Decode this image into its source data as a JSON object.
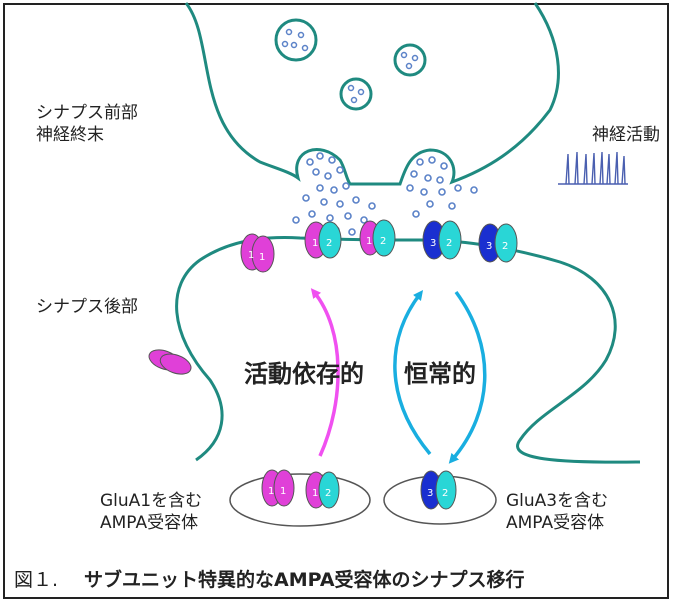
{
  "labels": {
    "presynaptic_line1": "シナプス前部",
    "presynaptic_line2": "神経終末",
    "neural_activity": "神経活動",
    "postsynaptic": "シナプス後部",
    "activity_dependent": "活動依存的",
    "homeostatic": "恒常的",
    "glua1_line1": "GluA1を含む",
    "glua1_line2": "AMPA受容体",
    "glua3_line1": "GluA3を含む",
    "glua3_line2": "AMPA受容体"
  },
  "caption": {
    "figure_number": "図１.",
    "title": "サブユニット特異的なAMPA受容体のシナプス移行"
  },
  "subunit_labels": {
    "a1": "1",
    "a2": "2",
    "a3": "3"
  },
  "colors": {
    "membrane": "#1f8a80",
    "vesicle_dot": "#5b82c8",
    "glua1": "#e040d8",
    "glua2": "#29d6d6",
    "glua3": "#1a2fd0",
    "arrow_activity": "#f050f0",
    "arrow_homeostatic": "#19aee0",
    "trace": "#4a5fb0"
  }
}
